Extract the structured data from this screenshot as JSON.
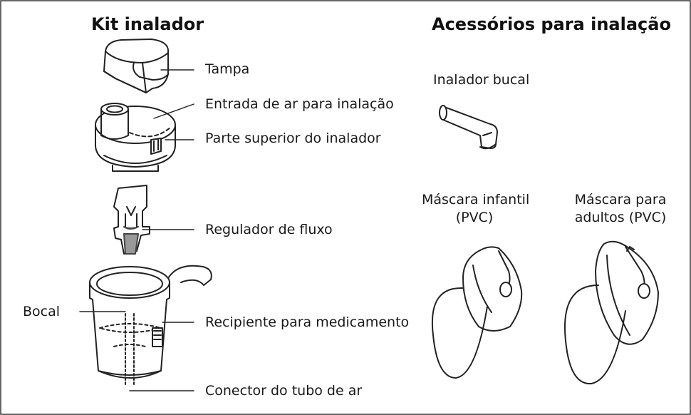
{
  "left_section": {
    "title": "Kit inalador",
    "parts": {
      "cap": "Tampa",
      "air_inlet": "Entrada de ar para inalação",
      "upper_part": "Parte superior do inalador",
      "flow_regulator": "Regulador de fluxo",
      "nozzle": "Bocal",
      "medication_container": "Recipiente para medicamento",
      "air_tube_connector": "Conector do tubo de ar"
    }
  },
  "right_section": {
    "title": "Acessórios para inalação",
    "mouthpiece": "Inalador bucal",
    "child_mask": {
      "line1": "Máscara infantil",
      "line2": "(PVC)"
    },
    "adult_mask": {
      "line1": "Máscara para",
      "line2": "adultos (PVC)"
    }
  }
}
